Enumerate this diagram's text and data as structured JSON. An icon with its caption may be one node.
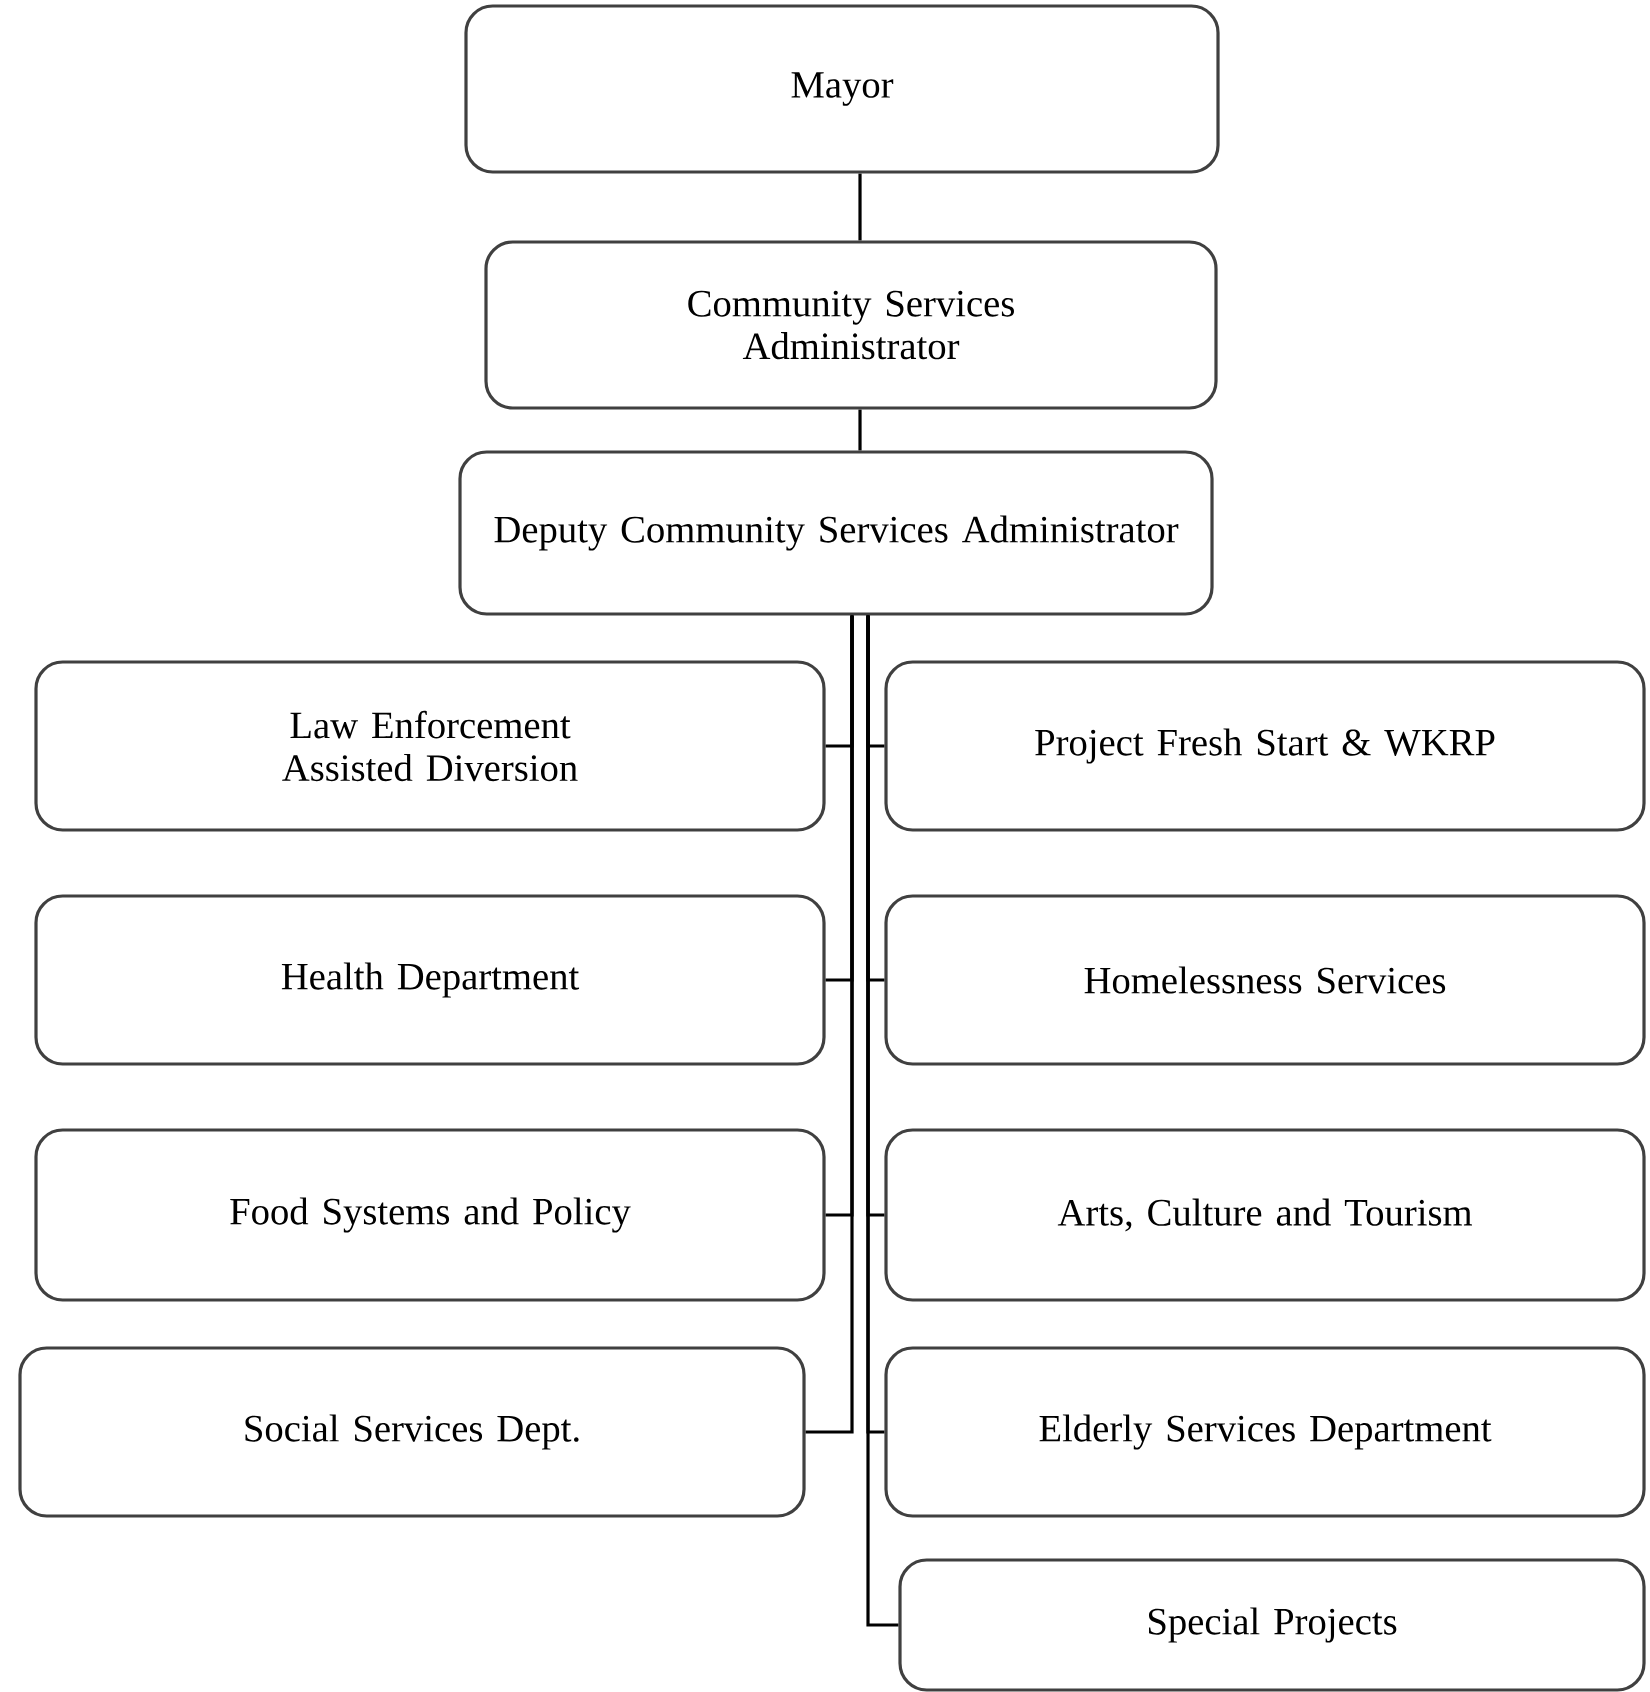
{
  "diagram": {
    "nodes": [
      {
        "text": [
          "Mayor"
        ]
      },
      {
        "text": [
          "Community Services Administrator"
        ]
      },
      {
        "text": [
          "Deputy Community Services Administrator"
        ]
      },
      {
        "text": [
          "Law Enforcement Assisted Diversion"
        ]
      },
      {
        "text": [
          "Project Fresh Start & WKRP"
        ]
      },
      {
        "text": [
          "Health Department"
        ]
      },
      {
        "text": [
          "Homelessness Services"
        ]
      },
      {
        "text": [
          "Food Systems and Policy"
        ]
      },
      {
        "text": [
          "Arts, Culture and Tourism"
        ]
      },
      {
        "text": [
          "Social Services Dept."
        ]
      },
      {
        "text": [
          "Elderly Services Department"
        ]
      },
      {
        "text": [
          "Special Projects"
        ]
      }
    ],
    "edges": [
      {
        "from": 0,
        "to": 1,
        "arrow": "none"
      },
      {
        "from": 1,
        "to": 2,
        "arrow": "none"
      },
      {
        "from": 2,
        "to": 3,
        "arrow": "none"
      },
      {
        "from": 2,
        "to": 4,
        "arrow": "none"
      },
      {
        "from": 2,
        "to": 5,
        "arrow": "none"
      },
      {
        "from": 2,
        "to": 6,
        "arrow": "none"
      },
      {
        "from": 2,
        "to": 7,
        "arrow": "none"
      },
      {
        "from": 2,
        "to": 8,
        "arrow": "none"
      },
      {
        "from": 2,
        "to": 9,
        "arrow": "none"
      },
      {
        "from": 2,
        "to": 10,
        "arrow": "none"
      },
      {
        "from": 2,
        "to": 11,
        "arrow": "none"
      }
    ]
  }
}
